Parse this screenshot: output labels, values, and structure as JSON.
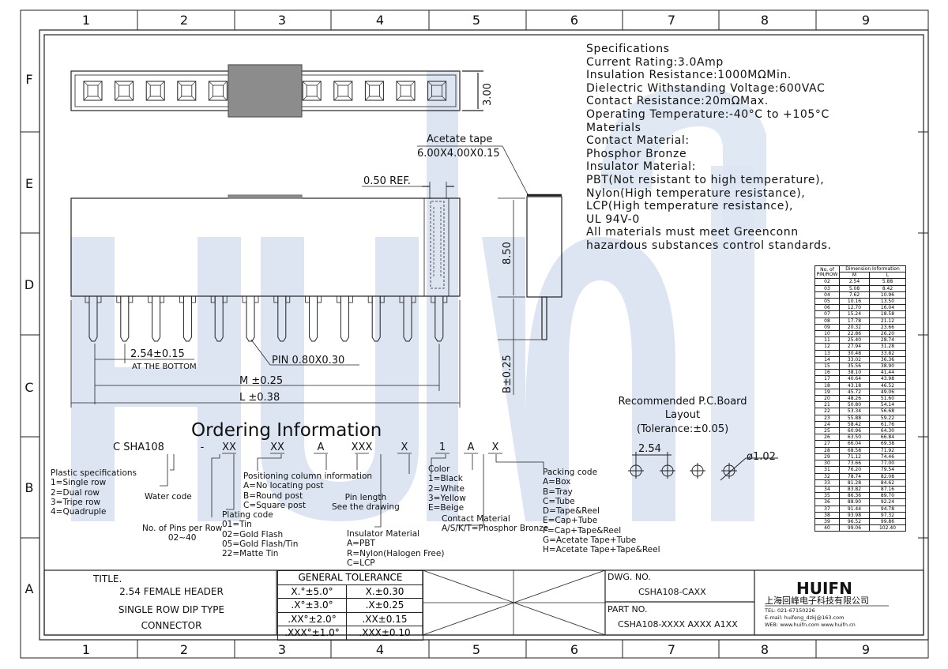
{
  "grid": {
    "columns": [
      "1",
      "2",
      "3",
      "4",
      "5",
      "6",
      "7",
      "8",
      "9"
    ],
    "rows": [
      "F",
      "E",
      "D",
      "C",
      "B",
      "A"
    ]
  },
  "watermark": "HUIFN",
  "specifications": {
    "lines": [
      "Specifications",
      "Current Rating:3.0Amp",
      "Insulation Resistance:1000MΩMin.",
      "Dielectric Withstanding Voltage:600VAC",
      "Contact Resistance:20mΩMax.",
      "Operating Temperature:-40°C to +105°C",
      "Materials",
      "Contact Material:",
      "Phosphor Bronze",
      "Insulator Material:",
      "PBT(Not resistant to high temperature),",
      "Nylon(High temperature resistance),",
      "LCP(High temperature resistance),",
      "UL 94V-0",
      "All materials must meet Greenconn",
      "hazardous substances control standards."
    ]
  },
  "dimensions": {
    "height_300": "3.00",
    "acetate_tape": "Acetate tape",
    "acetate_size": "6.00X4.00X0.15",
    "ref_050": "0.50 REF.",
    "height_850": "8.50",
    "pitch": "2.54±0.15",
    "at_bottom": "AT THE BOTTOM",
    "pin": "PIN 0.80X0.30",
    "m_dim": "M ±0.25",
    "l_dim": "L ±0.38",
    "b_dim": "B±0.25"
  },
  "pcb": {
    "title1": "Recommended P.C.Board",
    "title2": "Layout",
    "tolerance": "(Tolerance:±0.05)",
    "pitch": "2.54",
    "hole": "ø1.02"
  },
  "ordering": {
    "title": "Ordering Information",
    "code_prefix": "C SHA108",
    "code_parts": [
      "-",
      "XX",
      "XX",
      "A",
      "XXX",
      "X",
      "1",
      "A",
      "X"
    ],
    "plastic_spec": [
      "Plastic specifications",
      "1=Single row",
      "2=Dual row",
      "3=Tripe row",
      "4=Quadruple"
    ],
    "water_code": "Water code",
    "pins_per_row": [
      "No. of Pins per Row",
      "02~40"
    ],
    "positioning": [
      "Positioning column information",
      "A=No locating post",
      "B=Round post",
      "C=Square post"
    ],
    "plating": [
      "Plating code",
      "01=Tin",
      "02=Gold Flash",
      "05=Gold Flash/Tin",
      "22=Matte Tin"
    ],
    "pin_length": [
      "Pin length",
      "See the drawing"
    ],
    "insulator": [
      "Insulator Material",
      "A=PBT",
      "R=Nylon(Halogen Free)",
      "C=LCP"
    ],
    "color": [
      "Color",
      "1=Black",
      "2=White",
      "3=Yellow",
      "E=Beige"
    ],
    "contact_material": [
      "Contact Material",
      "A/S/K/T=Phosphor Bronze"
    ],
    "packing": [
      "Packing code",
      "A=Box",
      "B=Tray",
      "C=Tube",
      "D=Tape&Reel",
      "E=Cap+Tube",
      "F=Cap+Tape&Reel",
      "G=Acetate Tape+Tube",
      "H=Acetate Tape+Tape&Reel"
    ]
  },
  "dim_table": {
    "header": [
      "No. of PIN/ROW",
      "Dimension Information",
      "M",
      "L"
    ],
    "rows": [
      [
        "02",
        "2.54",
        "5.88"
      ],
      [
        "03",
        "5.08",
        "8.42"
      ],
      [
        "04",
        "7.62",
        "10.96"
      ],
      [
        "05",
        "10.16",
        "13.50"
      ],
      [
        "06",
        "12.70",
        "16.04"
      ],
      [
        "07",
        "15.24",
        "18.58"
      ],
      [
        "08",
        "17.78",
        "21.12"
      ],
      [
        "09",
        "20.32",
        "23.66"
      ],
      [
        "10",
        "22.86",
        "26.20"
      ],
      [
        "11",
        "25.40",
        "28.74"
      ],
      [
        "12",
        "27.94",
        "31.28"
      ],
      [
        "13",
        "30.48",
        "33.82"
      ],
      [
        "14",
        "33.02",
        "36.36"
      ],
      [
        "15",
        "35.56",
        "38.90"
      ],
      [
        "16",
        "38.10",
        "41.44"
      ],
      [
        "17",
        "40.64",
        "43.98"
      ],
      [
        "18",
        "43.18",
        "46.52"
      ],
      [
        "19",
        "45.72",
        "49.06"
      ],
      [
        "20",
        "48.26",
        "51.60"
      ],
      [
        "21",
        "50.80",
        "54.14"
      ],
      [
        "22",
        "53.34",
        "56.68"
      ],
      [
        "23",
        "55.88",
        "59.22"
      ],
      [
        "24",
        "58.42",
        "61.76"
      ],
      [
        "25",
        "60.96",
        "64.30"
      ],
      [
        "26",
        "63.50",
        "66.84"
      ],
      [
        "27",
        "66.04",
        "69.38"
      ],
      [
        "28",
        "68.58",
        "71.92"
      ],
      [
        "29",
        "71.12",
        "74.46"
      ],
      [
        "30",
        "73.66",
        "77.00"
      ],
      [
        "31",
        "76.20",
        "79.54"
      ],
      [
        "32",
        "78.74",
        "82.08"
      ],
      [
        "33",
        "81.28",
        "84.62"
      ],
      [
        "34",
        "83.82",
        "87.16"
      ],
      [
        "35",
        "86.36",
        "89.70"
      ],
      [
        "36",
        "88.90",
        "92.24"
      ],
      [
        "37",
        "91.44",
        "94.78"
      ],
      [
        "38",
        "93.98",
        "97.32"
      ],
      [
        "39",
        "96.52",
        "99.86"
      ],
      [
        "40",
        "99.06",
        "102.40"
      ]
    ]
  },
  "title_block": {
    "title_label": "TITLE.",
    "title_lines": [
      "2.54 FEMALE HEADER",
      "SINGLE ROW DIP TYPE",
      "CONNECTOR"
    ],
    "tolerance_header": "GENERAL TOLERANCE",
    "tolerance_rows": [
      [
        "X.°±5.0°",
        "X.±0.30"
      ],
      [
        ".X°±3.0°",
        ".X±0.25"
      ],
      [
        ".XX°±2.0°",
        ".XX±0.15"
      ],
      [
        ".XXX°±1.0°",
        ".XXX±0.10"
      ]
    ],
    "dwg_label": "DWG. NO.",
    "dwg_no": "CSHA108-CAXX",
    "part_label": "PART NO.",
    "part_no": "CSHA108-XXXX AXXX A1XX",
    "logo": "HUIFN",
    "company": "上海回峰电子科技有限公司",
    "tel": "TEL: 021-67150226",
    "email": "E-mail: huifeng_dzkj@163.com",
    "web": "WEB: www.huifn.com  www.huifn.cn"
  },
  "colors": {
    "line": "#222222",
    "watermark": "#dbe4f3",
    "shade": "#8c8c8c"
  }
}
